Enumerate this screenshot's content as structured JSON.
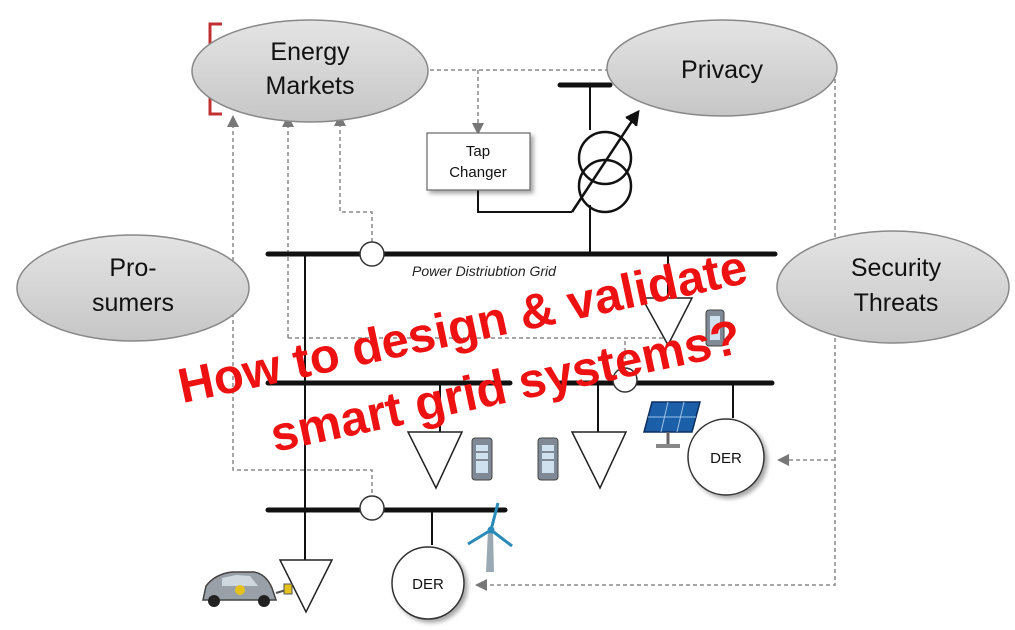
{
  "nodes": {
    "energy_markets": {
      "line1": "Energy",
      "line2": "Markets"
    },
    "privacy": {
      "label": "Privacy"
    },
    "prosumers": {
      "line1": "Pro-",
      "line2": "sumers"
    },
    "security_threats": {
      "line1": "Security",
      "line2": "Threats"
    }
  },
  "tap_changer": {
    "line1": "Tap",
    "line2": "Changer"
  },
  "grid_label": "Power Distriubtion Grid",
  "der_labels": [
    "DER",
    "DER"
  ],
  "overlay": {
    "line1": "How to design & validate",
    "line2": "smart grid systems?",
    "color": "#ee1111"
  },
  "icons": [
    "solar-panel-icon",
    "wind-turbine-icon",
    "electric-car-icon",
    "battery-icon"
  ]
}
